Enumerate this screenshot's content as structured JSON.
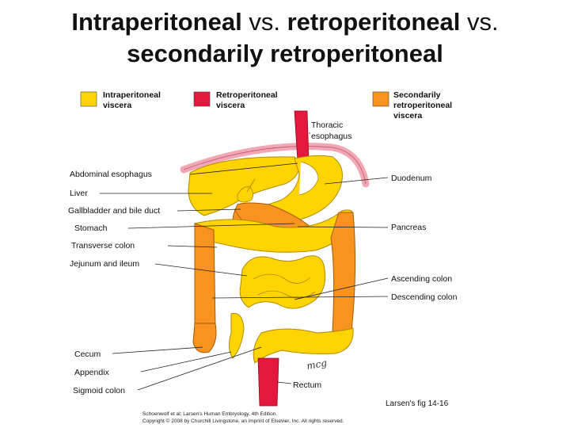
{
  "title": {
    "line1_a": "Intraperitoneal",
    "line1_b": "vs.",
    "line1_c": "retroperitoneal",
    "line1_d": "vs.",
    "line2": "secondarily retroperitoneal"
  },
  "legend": [
    {
      "line1": "Intraperitoneal",
      "line2": "viscera",
      "line3": "",
      "color": "#ffd400"
    },
    {
      "line1": "Retroperitoneal",
      "line2": "viscera",
      "line3": "",
      "color": "#e4183c"
    },
    {
      "line1": "Secondarily",
      "line2": "retroperitoneal",
      "line3": "viscera",
      "color": "#f7931e"
    }
  ],
  "labels": {
    "thoracic_esophagus_1": "Thoracic",
    "thoracic_esophagus_2": "esophagus",
    "abdominal_esophagus": "Abdominal esophagus",
    "liver": "Liver",
    "gallbladder": "Gallbladder and bile duct",
    "stomach": "Stomach",
    "transverse_colon": "Transverse colon",
    "jejunum": "Jejunum and ileum",
    "duodenum": "Duodenum",
    "pancreas": "Pancreas",
    "ascending_colon": "Ascending colon",
    "descending_colon": "Descending colon",
    "cecum": "Cecum",
    "appendix": "Appendix",
    "sigmoid": "Sigmoid colon",
    "rectum": "Rectum"
  },
  "signature": "mcg",
  "source_note": "Larsen's fig 14-16",
  "credit": {
    "line1": "Schoenwolf et al: Larsen's Human Embryology, 4th Edition.",
    "line2": "Copyright © 2008 by Churchill Livingstone, an imprint of Elsevier, Inc. All rights reserved."
  },
  "colors": {
    "intraperitoneal": "#ffd400",
    "retroperitoneal": "#e4183c",
    "secondarily": "#f7931e",
    "peritoneum": "#f3a7b4"
  }
}
